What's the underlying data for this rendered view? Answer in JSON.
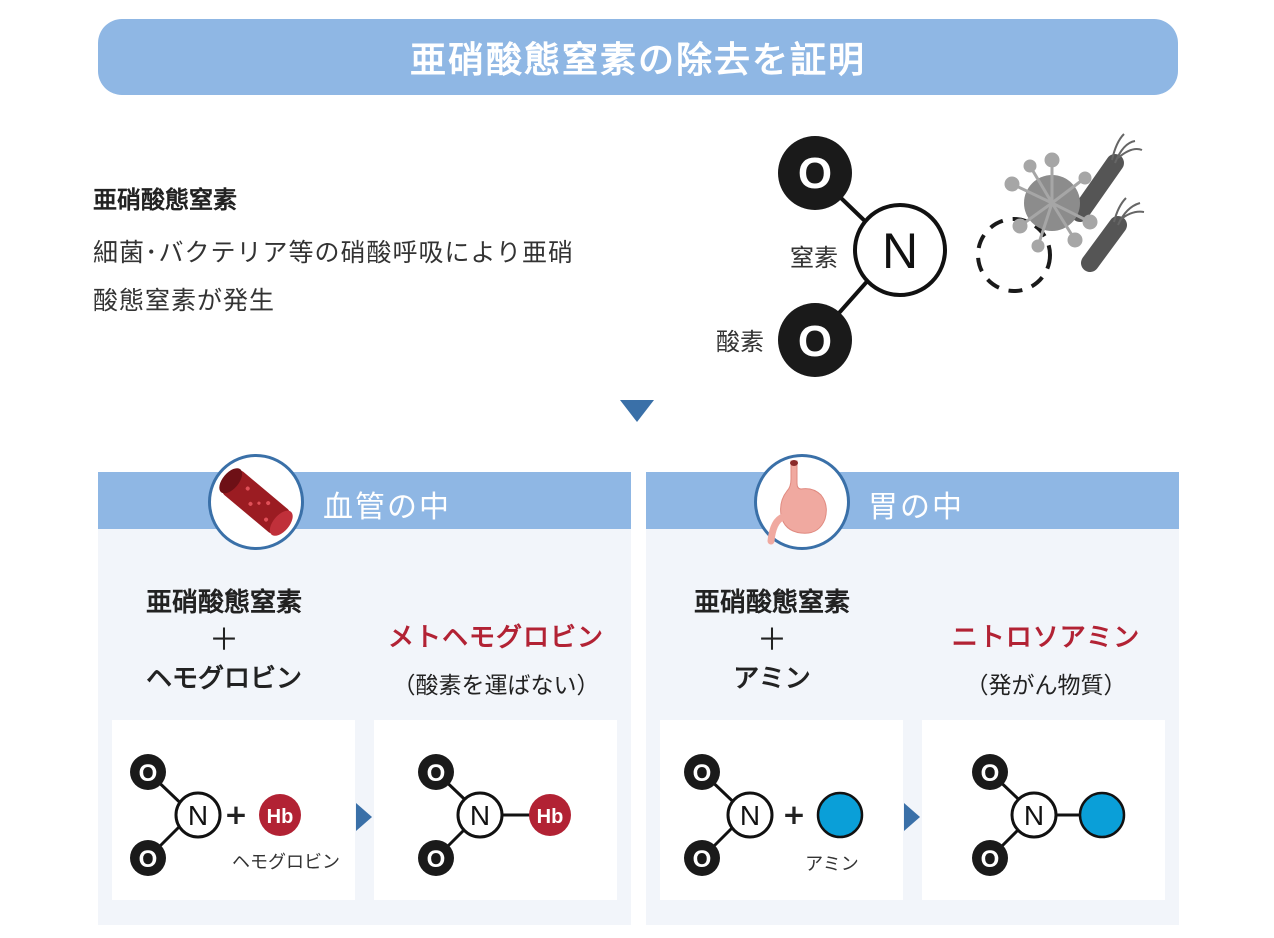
{
  "title": "亜硝酸態窒素の除去を証明",
  "definition": {
    "heading": "亜硝酸態窒素",
    "line1": "細菌･バクテリア等の硝酸呼吸により亜硝",
    "line2": "酸態窒素が発生"
  },
  "molecule": {
    "oxygen_symbol": "O",
    "nitrogen_symbol": "N",
    "nitrogen_label": "窒素",
    "oxygen_label": "酸素"
  },
  "panels": [
    {
      "header": "血管の中",
      "reactant1": "亜硝酸態窒素",
      "plus": "＋",
      "reactant2": "ヘモグロビン",
      "result_name": "メトヘモグロビン",
      "result_note": "（酸素を運ばない）",
      "partner_symbol": "Hb",
      "partner_label": "ヘモグロビン",
      "partner_color": "#b22234"
    },
    {
      "header": "胃の中",
      "reactant1": "亜硝酸態窒素",
      "plus": "＋",
      "reactant2": "アミン",
      "result_name": "ニトロソアミン",
      "result_note": "（発がん物質）",
      "partner_symbol": "",
      "partner_label": "アミン",
      "partner_color": "#0a9fd8"
    }
  ],
  "colors": {
    "title_bar": "#8fb7e4",
    "accent_blue": "#3a70a8",
    "result_red": "#b22234",
    "panel_bg": "#f2f5fa"
  }
}
